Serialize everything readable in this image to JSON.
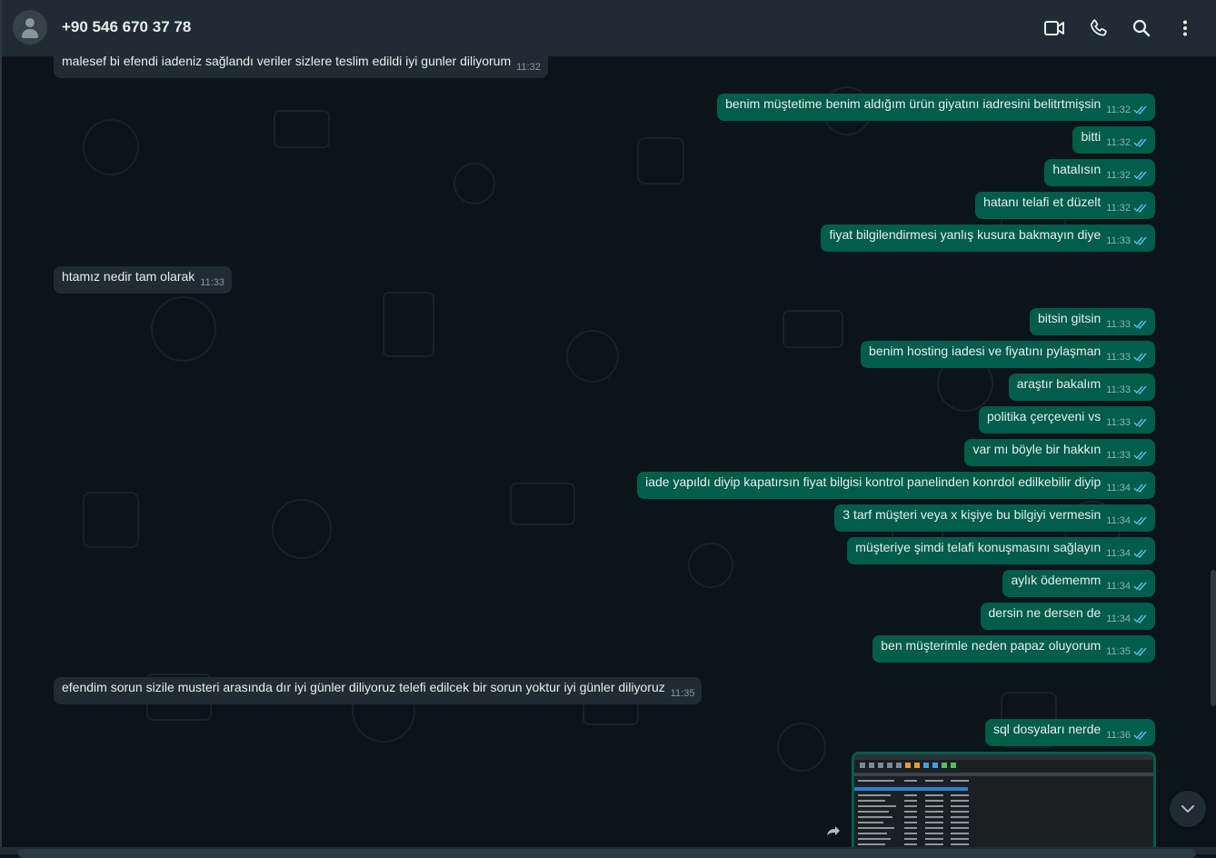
{
  "header": {
    "contact_name": "+90 546 670 37 78"
  },
  "icons": {
    "video": "video-call-icon",
    "phone": "voice-call-icon",
    "search": "search-icon",
    "menu": "menu-icon"
  },
  "colors": {
    "incoming_bubble": "#202c33",
    "outgoing_bubble": "#005c4b",
    "background": "#0b141a",
    "header": "#1f2c33",
    "read_tick": "#53bdeb"
  },
  "messages": [
    {
      "dir": "in",
      "text": "malesef bi efendi iadeniz sağlandı veriler sizlere teslim edildi iyi gunler diliyorum",
      "time": "11:32"
    },
    {
      "dir": "out",
      "text": "benim müştetime benim aldığım ürün giyatını iadresini belitrtmişsin",
      "time": "11:32"
    },
    {
      "dir": "out",
      "text": "bitti",
      "time": "11:32"
    },
    {
      "dir": "out",
      "text": "hatalısın",
      "time": "11:32"
    },
    {
      "dir": "out",
      "text": "hatanı telafi et düzelt",
      "time": "11:32"
    },
    {
      "dir": "out",
      "text": "fiyat bilgilendirmesi yanlış kusura bakmayın diye",
      "time": "11:33"
    },
    {
      "dir": "in",
      "text": "htamız nedir tam olarak",
      "time": "11:33"
    },
    {
      "dir": "out",
      "text": "bitsin gitsin",
      "time": "11:33"
    },
    {
      "dir": "out",
      "text": "benim hosting iadesi ve fiyatını pylaşman",
      "time": "11:33"
    },
    {
      "dir": "out",
      "text": "araştır bakalım",
      "time": "11:33"
    },
    {
      "dir": "out",
      "text": "politika çerçeveni vs",
      "time": "11:33"
    },
    {
      "dir": "out",
      "text": "var mı böyle bir hakkın",
      "time": "11:33"
    },
    {
      "dir": "out",
      "text": "iade yapıldı diyip kapatırsın fiyat bilgisi kontrol panelinden konrdol edilkebilir diyip",
      "time": "11:34"
    },
    {
      "dir": "out",
      "text": "3 tarf müşteri veya x kişiye bu bilgiyi vermesin",
      "time": "11:34"
    },
    {
      "dir": "out",
      "text": "müşteriye şimdi telafi konuşmasını sağlayın",
      "time": "11:34"
    },
    {
      "dir": "out",
      "text": "aylık ödememm",
      "time": "11:34"
    },
    {
      "dir": "out",
      "text": "dersin ne dersen de",
      "time": "11:34"
    },
    {
      "dir": "out",
      "text": "ben müşterimle neden papaz oluyorum",
      "time": "11:35"
    },
    {
      "dir": "in",
      "text": "efendim sorun sizile musteri arasında dır iyi günler diliyoruz telefi edilcek bir sorun yoktur iyi günler diliyoruz",
      "time": "11:35"
    },
    {
      "dir": "out",
      "text": "sql dosyaları nerde",
      "time": "11:36"
    }
  ]
}
